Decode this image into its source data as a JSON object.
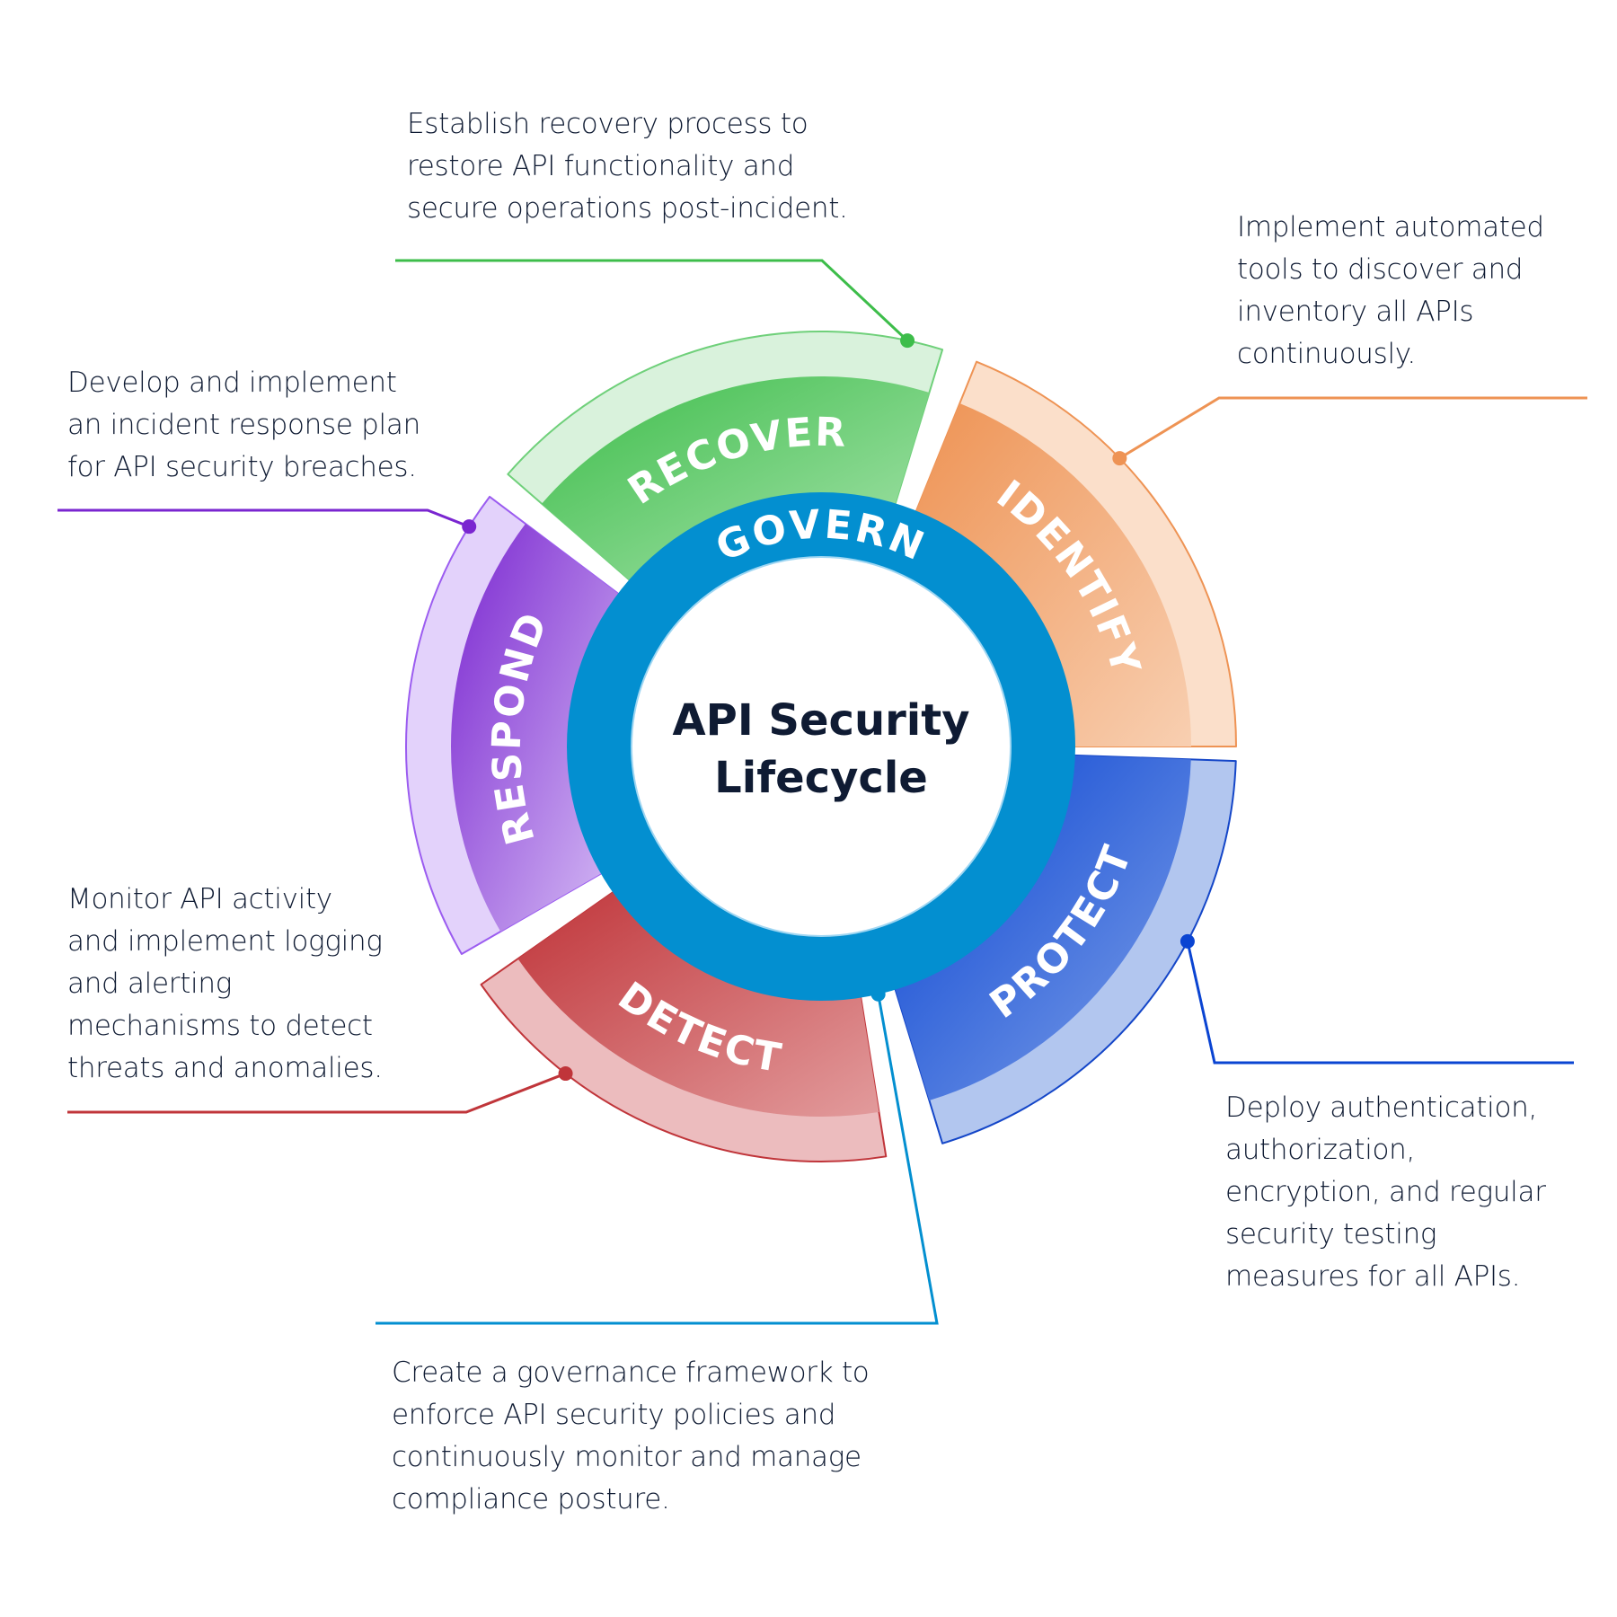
{
  "title_line1": "API Security",
  "title_line2": "Lifecycle",
  "govern": {
    "label": "GOVERN",
    "color": "#038fd0",
    "description": "Create a governance framework to\nenforce API security policies and\ncontinuously monitor and manage\ncompliance posture."
  },
  "phases": [
    {
      "id": "recover",
      "label": "RECOVER",
      "color": "#3dbd4a",
      "light": "#d9f2dc",
      "stroke": "#6fd07a",
      "grad_to": "#a8e3ad",
      "description": "Establish recovery process to\nrestore API functionality and\nsecure operations post-incident."
    },
    {
      "id": "identify",
      "label": "IDENTIFY",
      "color": "#ee9354",
      "light": "#fbdfca",
      "stroke": "#ee9354",
      "grad_to": "#f8cfb1",
      "description": "Implement automated\ntools to discover and\ninventory all APIs\ncontinuously."
    },
    {
      "id": "protect",
      "label": "PROTECT",
      "color": "#0a44d2",
      "light": "#b2c6ef",
      "stroke": "#1446c8",
      "grad_to": "#7ea0e8",
      "description": "Deploy authentication,\nauthorization,\nencryption, and regular\nsecurity testing\nmeasures for all APIs."
    },
    {
      "id": "detect",
      "label": "DETECT",
      "color": "#c0353a",
      "light": "#ecbcbe",
      "stroke": "#c0353a",
      "grad_to": "#e29b9c",
      "description": "Monitor API activity\nand implement logging\nand alerting\nmechanisms to detect\nthreats and anomalies."
    },
    {
      "id": "respond",
      "label": "RESPOND",
      "color": "#7a26d0",
      "light": "#e3d2fb",
      "stroke": "#9b5cf0",
      "grad_to": "#d6bdf5",
      "description": "Develop and implement\nan incident response plan\nfor API security breaches."
    }
  ]
}
